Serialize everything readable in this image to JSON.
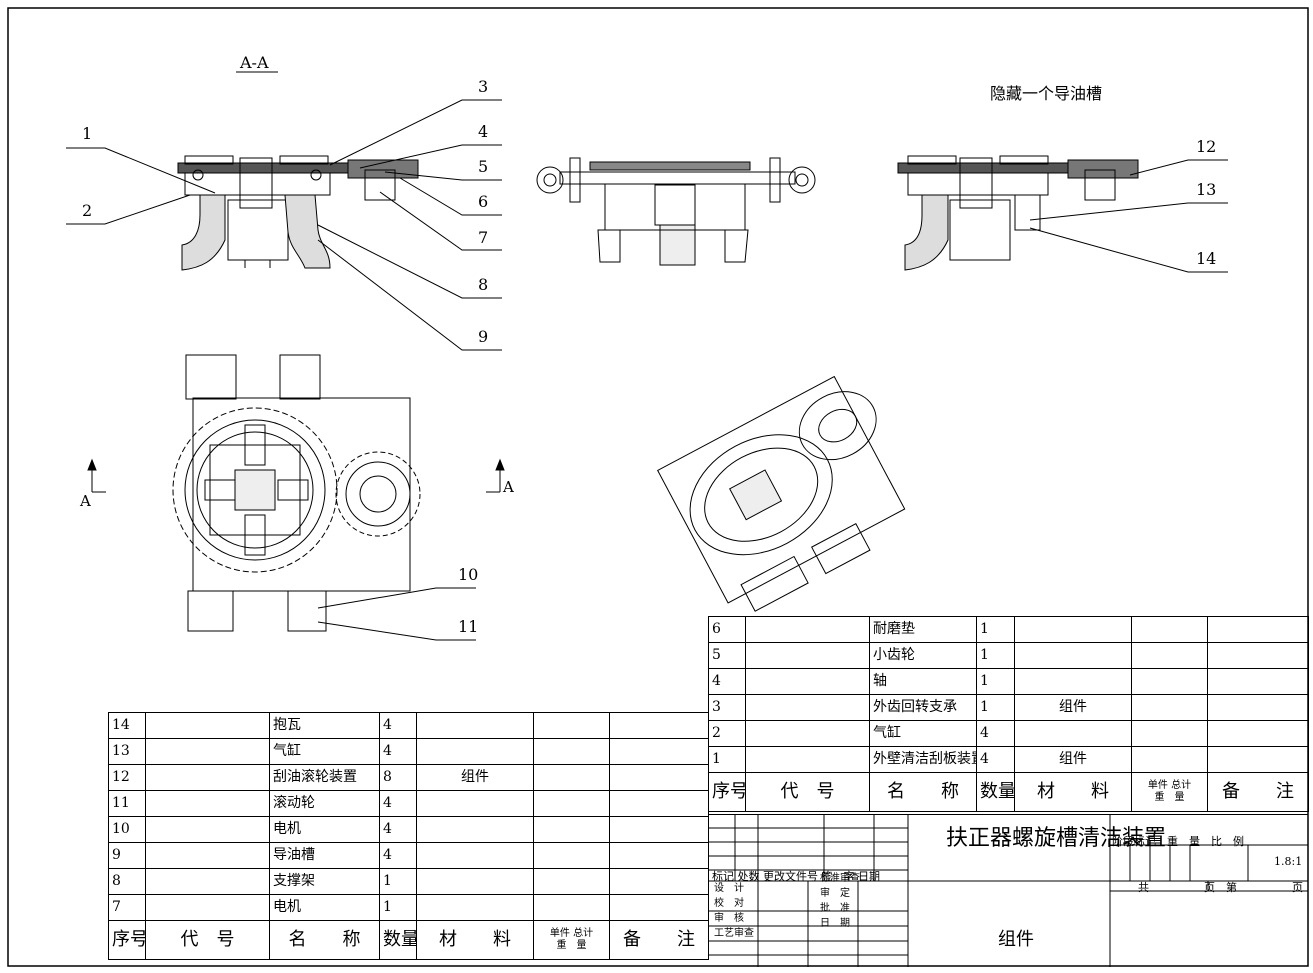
{
  "views": {
    "section_label": "A-A",
    "hidden_note": "隐藏一个导油槽",
    "cut_label": "A"
  },
  "callouts": [
    "1",
    "2",
    "3",
    "4",
    "5",
    "6",
    "7",
    "8",
    "9",
    "10",
    "11",
    "12",
    "13",
    "14"
  ],
  "parts_left": [
    {
      "no": "14",
      "code": "",
      "name": "抱瓦",
      "qty": "4",
      "material": "",
      "weight_unit": "",
      "weight_total": "",
      "note": ""
    },
    {
      "no": "13",
      "code": "",
      "name": "气缸",
      "qty": "4",
      "material": "",
      "weight_unit": "",
      "weight_total": "",
      "note": ""
    },
    {
      "no": "12",
      "code": "",
      "name": "刮油滚轮装置",
      "qty": "8",
      "material": "组件",
      "weight_unit": "",
      "weight_total": "",
      "note": ""
    },
    {
      "no": "11",
      "code": "",
      "name": "滚动轮",
      "qty": "4",
      "material": "",
      "weight_unit": "",
      "weight_total": "",
      "note": ""
    },
    {
      "no": "10",
      "code": "",
      "name": "电机",
      "qty": "4",
      "material": "",
      "weight_unit": "",
      "weight_total": "",
      "note": ""
    },
    {
      "no": "9",
      "code": "",
      "name": "导油槽",
      "qty": "4",
      "material": "",
      "weight_unit": "",
      "weight_total": "",
      "note": ""
    },
    {
      "no": "8",
      "code": "",
      "name": "支撑架",
      "qty": "1",
      "material": "",
      "weight_unit": "",
      "weight_total": "",
      "note": ""
    },
    {
      "no": "7",
      "code": "",
      "name": "电机",
      "qty": "1",
      "material": "",
      "weight_unit": "",
      "weight_total": "",
      "note": ""
    }
  ],
  "parts_right": [
    {
      "no": "6",
      "code": "",
      "name": "耐磨垫",
      "qty": "1",
      "material": "",
      "weight_unit": "",
      "weight_total": "",
      "note": ""
    },
    {
      "no": "5",
      "code": "",
      "name": "小齿轮",
      "qty": "1",
      "material": "",
      "weight_unit": "",
      "weight_total": "",
      "note": ""
    },
    {
      "no": "4",
      "code": "",
      "name": "轴",
      "qty": "1",
      "material": "",
      "weight_unit": "",
      "weight_total": "",
      "note": ""
    },
    {
      "no": "3",
      "code": "",
      "name": "外齿回转支承",
      "qty": "1",
      "material": "组件",
      "weight_unit": "",
      "weight_total": "",
      "note": ""
    },
    {
      "no": "2",
      "code": "",
      "name": "气缸",
      "qty": "4",
      "material": "",
      "weight_unit": "",
      "weight_total": "",
      "note": ""
    },
    {
      "no": "1",
      "code": "",
      "name": "外壁清洁刮板装置",
      "qty": "4",
      "material": "组件",
      "weight_unit": "",
      "weight_total": "",
      "note": ""
    }
  ],
  "header": {
    "no": "序号",
    "code": "代　号",
    "name": "名　　称",
    "qty": "数量",
    "material": "材　　料",
    "weight_unit": "单件",
    "weight_total": "总计",
    "weight": "重　量",
    "note": "备　　注"
  },
  "title_block": {
    "title": "扶正器螺旋槽清洁装置",
    "subtitle": "组件",
    "rev_labels": [
      "标记",
      "处数",
      "更改文件号",
      "签　字",
      "日期"
    ],
    "sign_labels": [
      "设　计",
      "校　对",
      "审　核",
      "工艺审查"
    ],
    "sign_labels2": [
      "标准审查",
      "审　定",
      "批　准",
      "日　期"
    ],
    "stage_labels": [
      "阶段标记",
      "重　量",
      "比　例"
    ],
    "scale": "1.8:1",
    "sheet_labels": [
      "共",
      "页",
      "第",
      "页"
    ]
  }
}
